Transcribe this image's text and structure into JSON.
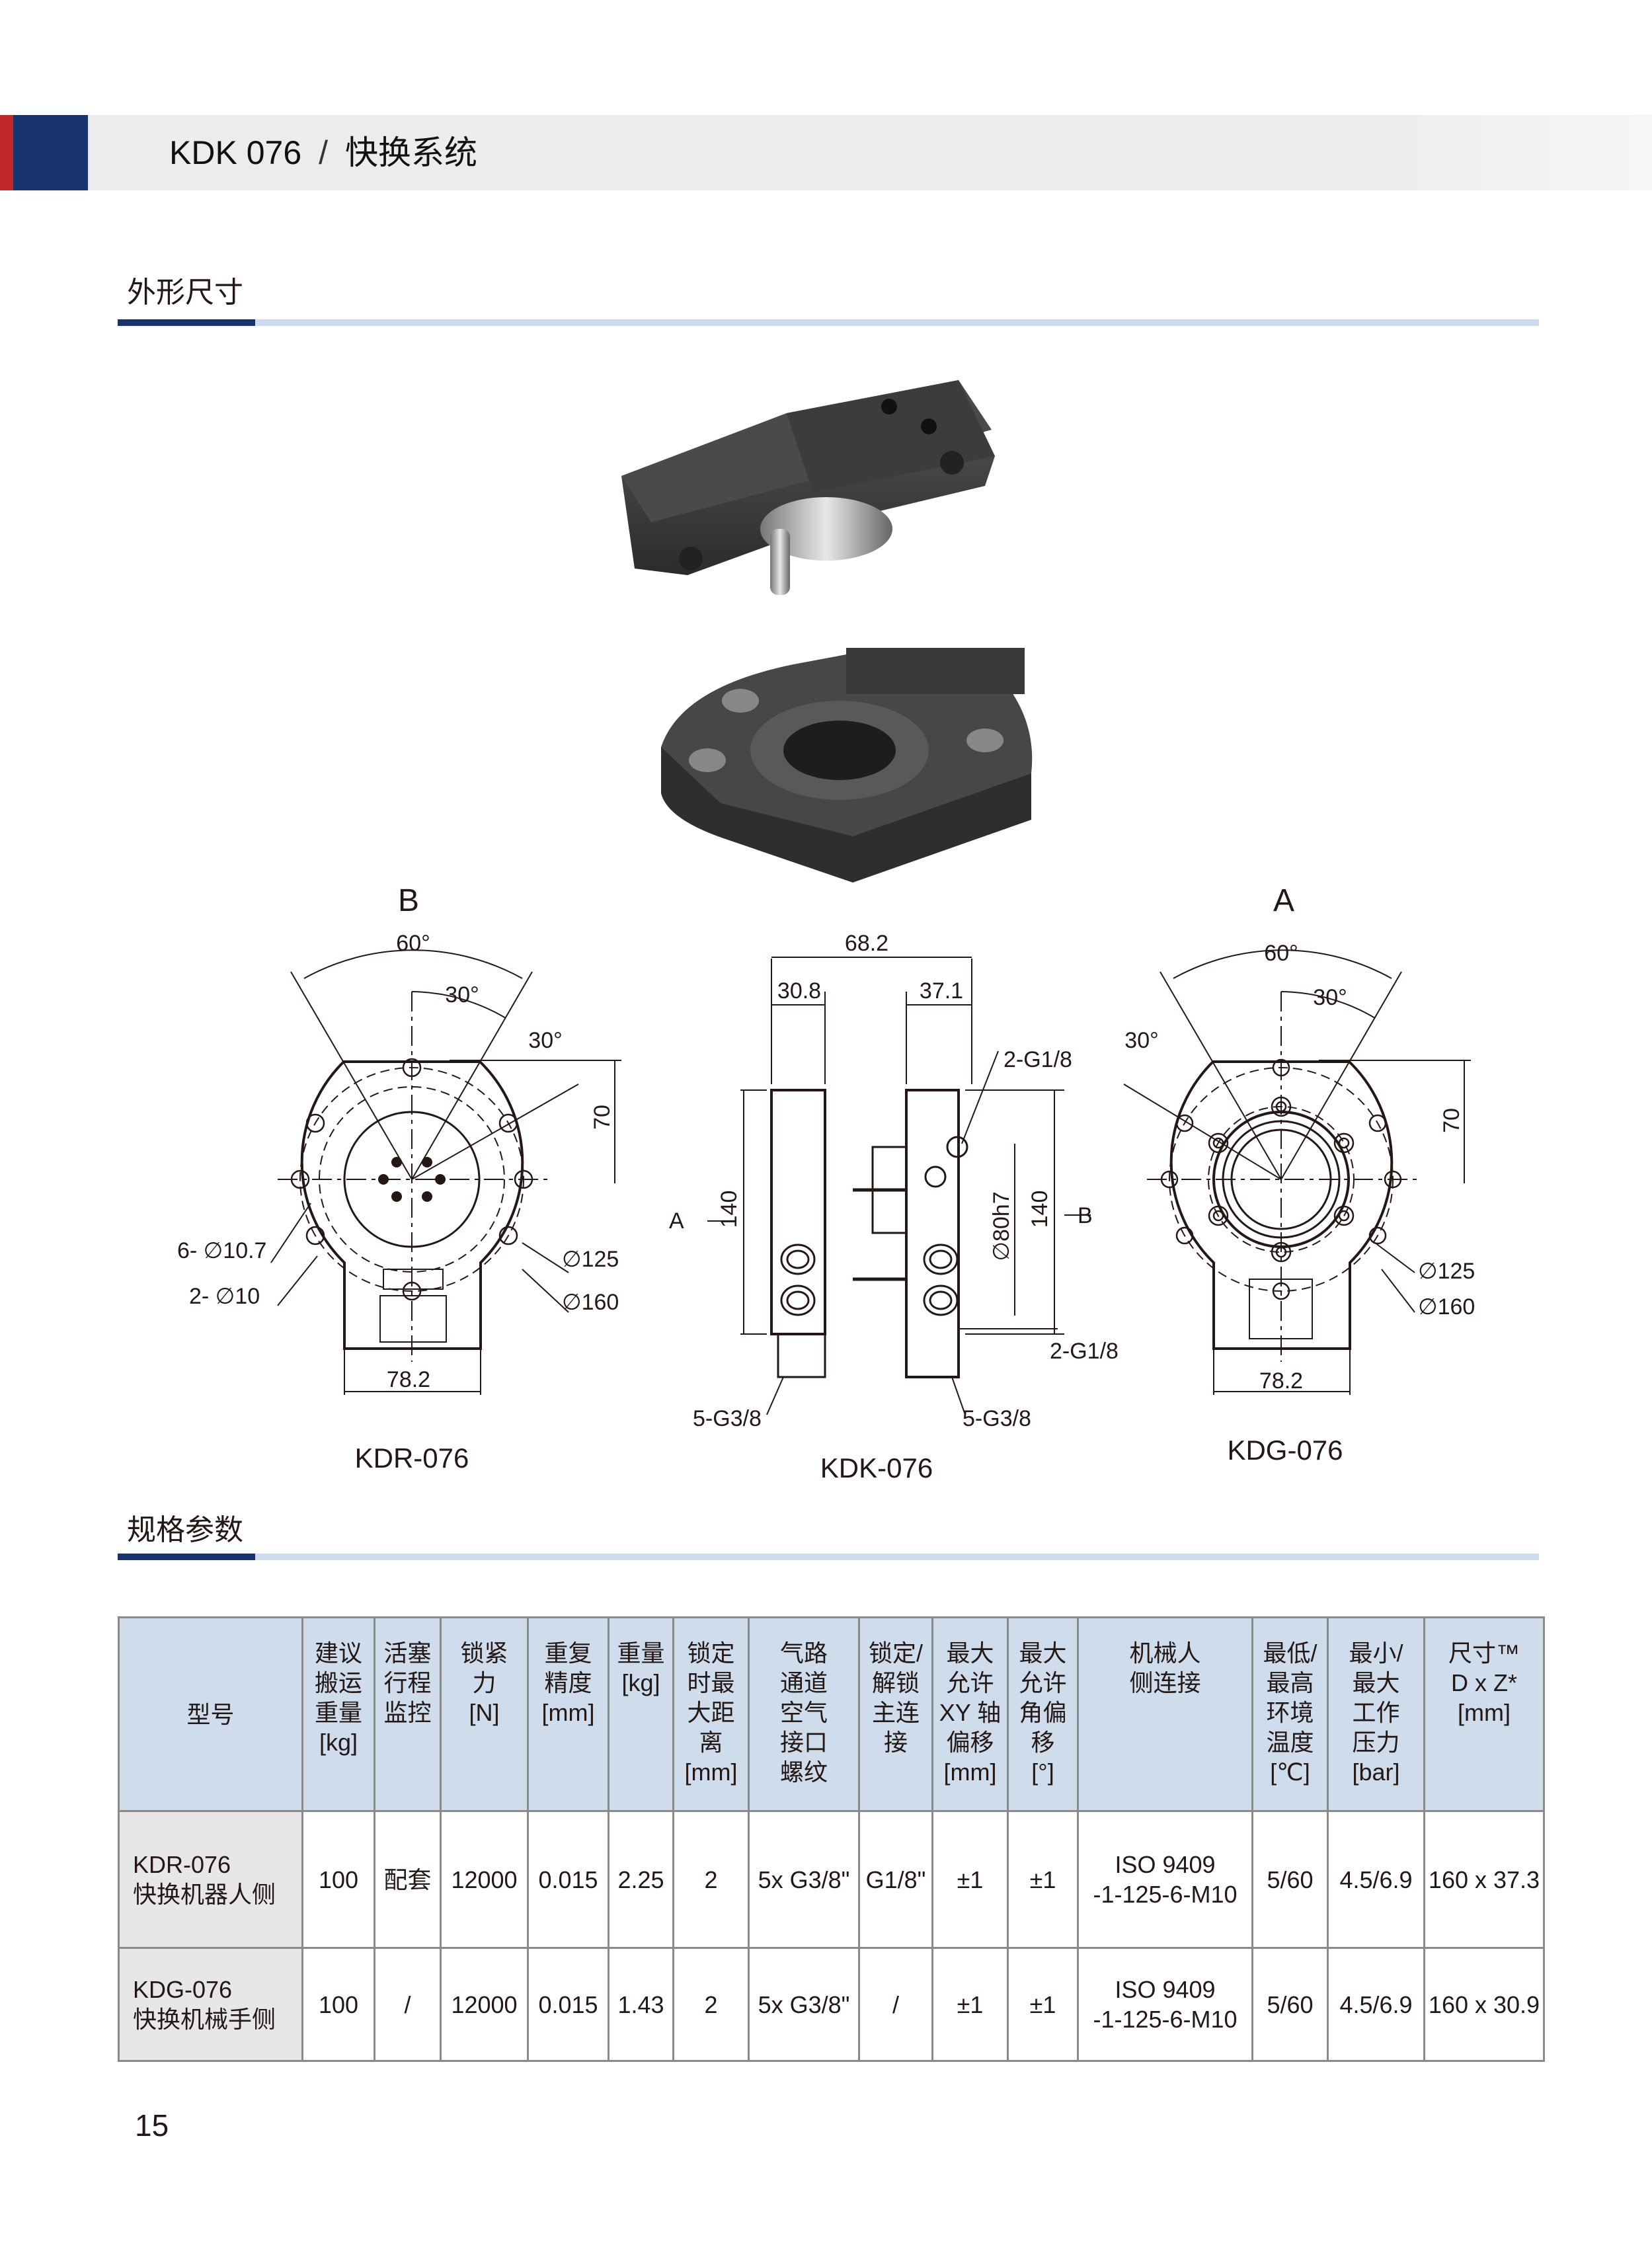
{
  "header": {
    "product": "KDK 076",
    "separator": "/",
    "title": "快换系统"
  },
  "colors": {
    "red": "#c1272d",
    "navy": "#17346f",
    "light_blue": "#cfdcec",
    "header_gray": "#ececec"
  },
  "sections": {
    "dimensions": "外形尺寸",
    "specs": "规格参数"
  },
  "drawings": {
    "left": {
      "view_letter": "B",
      "angle_60": "60°",
      "angle_30a": "30°",
      "angle_30b": "30°",
      "dim_70": "70",
      "holes_1": "6- ∅10.7",
      "holes_2": "2- ∅10",
      "dia_125": "∅125",
      "dia_160": "∅160",
      "width": "78.2",
      "model": "KDR-076"
    },
    "middle": {
      "total": "68.2",
      "left_w": "30.8",
      "right_w": "37.1",
      "port_top": "2-G1/8",
      "h_left": "140",
      "arrow_a": "A",
      "dia_80": "∅80h7",
      "h_right": "140",
      "arrow_b": "B",
      "port_bottom": "2-G1/8",
      "g38_left": "5-G3/8",
      "g38_right": "5-G3/8",
      "model": "KDK-076"
    },
    "right": {
      "view_letter": "A",
      "angle_60": "60°",
      "angle_30a": "30°",
      "angle_30b": "30°",
      "dim_70": "70",
      "dia_125": "∅125",
      "dia_160": "∅160",
      "width": "78.2",
      "model": "KDG-076"
    }
  },
  "table": {
    "headers": [
      "型号",
      "建议\n搬运\n重量\n[kg]",
      "活塞\n行程\n监控",
      "锁紧\n力\n[N]",
      "重复\n精度\n[mm]",
      "重量\n[kg]",
      "锁定\n时最\n大距\n离\n[mm]",
      "气路\n通道\n空气\n接口\n螺纹",
      "锁定/\n解锁\n主连\n接",
      "最大\n允许\nXY 轴\n偏移\n[mm]",
      "最大\n允许\n角偏\n移\n[°]",
      "机械人\n侧连接",
      "最低/\n最高\n环境\n温度\n[℃]",
      "最小/\n最大\n工作\n压力\n[bar]",
      "尺寸™\nD x Z*\n[mm]"
    ],
    "rows": [
      [
        "KDR-076\n快换机器人侧",
        "100",
        "配套",
        "12000",
        "0.015",
        "2.25",
        "2",
        "5x G3/8\"",
        "G1/8\"",
        "±1",
        "±1",
        "ISO 9409\n-1-125-6-M10",
        "5/60",
        "4.5/6.9",
        "160 x 37.3"
      ],
      [
        "KDG-076\n快换机械手侧",
        "100",
        "/",
        "12000",
        "0.015",
        "1.43",
        "2",
        "5x G3/8\"",
        "/",
        "±1",
        "±1",
        "ISO 9409\n-1-125-6-M10",
        "5/60",
        "4.5/6.9",
        "160 x 30.9"
      ]
    ]
  },
  "page_number": "15"
}
